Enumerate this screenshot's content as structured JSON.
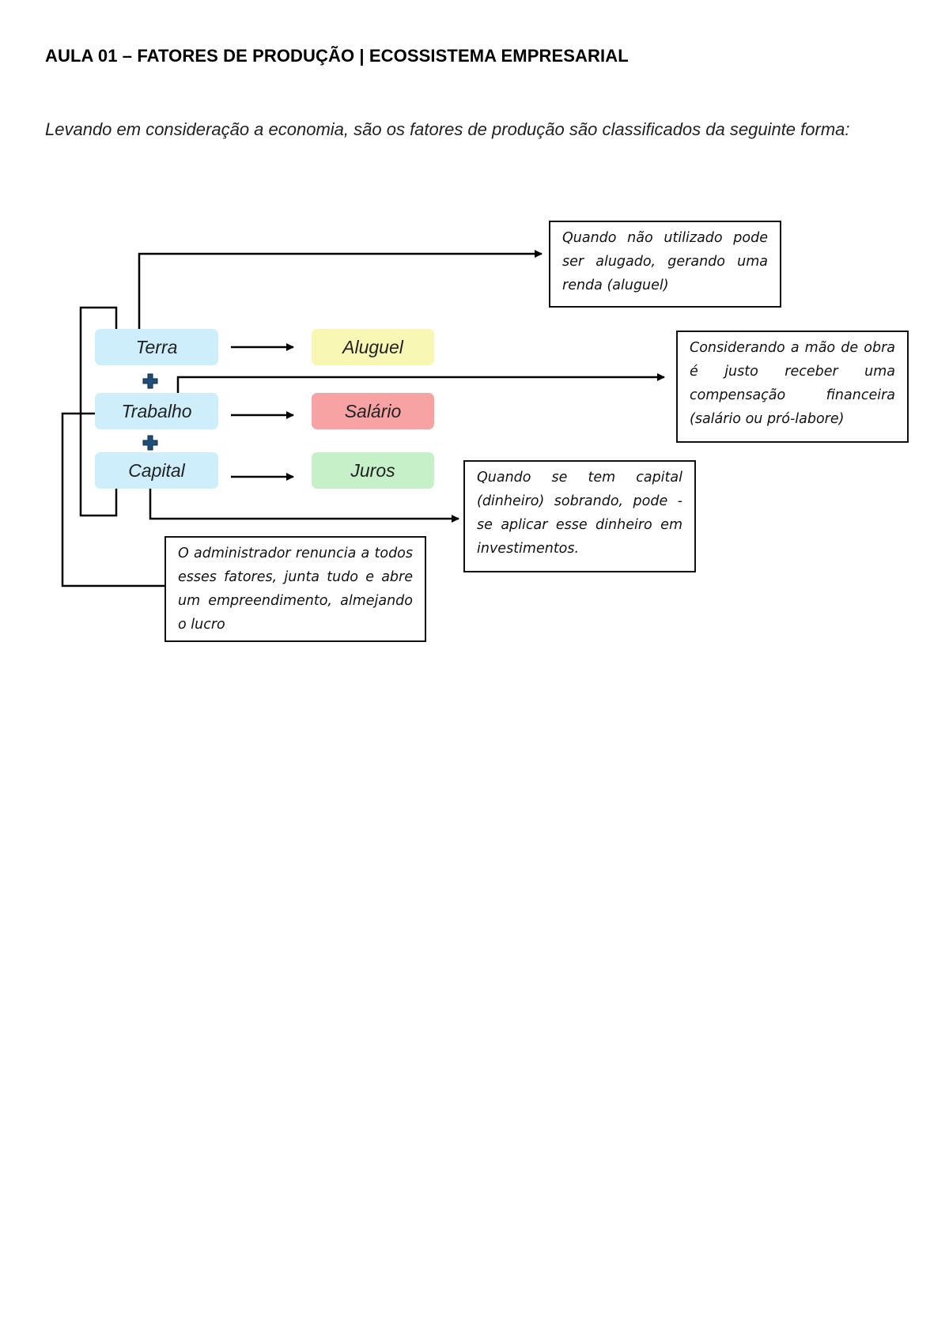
{
  "header": {
    "title": "AULA 01 – FATORES DE PRODUÇÃO | ECOSSISTEMA EMPRESARIAL"
  },
  "intro": {
    "text": "Levando em consideração a economia, são os fatores de produção são classificados da seguinte forma:"
  },
  "diagram": {
    "factors": [
      {
        "label": "Terra"
      },
      {
        "label": "Trabalho"
      },
      {
        "label": "Capital"
      }
    ],
    "rewards": [
      {
        "label": "Aluguel",
        "color": "#f8f7b4"
      },
      {
        "label": "Salário",
        "color": "#f7a3a3"
      },
      {
        "label": "Juros",
        "color": "#c6f0c8"
      }
    ],
    "notes": {
      "terra": "Quando não utilizado pode ser alugado, gerando uma renda (aluguel)",
      "trabalho": "Considerando a mão de obra é justo receber uma compensação financeira (salário ou pró-labore)",
      "capital": "Quando se tem capital (dinheiro) sobrando, pode - se aplicar esse dinheiro em investimentos.",
      "administrador": "O administrador renuncia a todos esses fatores, junta tudo e abre um empreendimento, almejando o lucro"
    },
    "colors": {
      "factor_fill": "#cdeefa",
      "plus_icon": "#1f4e79",
      "line": "#000000"
    }
  }
}
